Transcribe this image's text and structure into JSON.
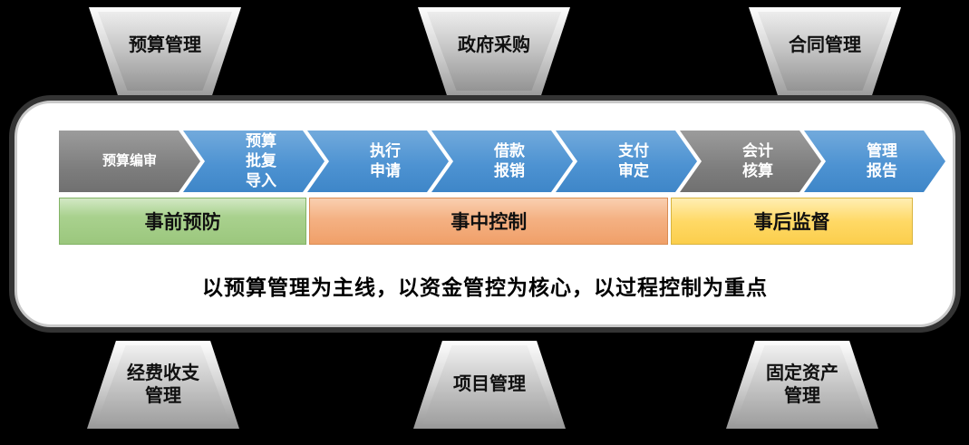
{
  "top_modules": [
    {
      "label": "预算管理"
    },
    {
      "label": "政府采购"
    },
    {
      "label": "合同管理"
    }
  ],
  "process_steps": [
    {
      "label": "预算编审",
      "color": "#7e7e7e"
    },
    {
      "label": "预算批复导入",
      "color": "#4e93d2"
    },
    {
      "label": "执行申请",
      "color": "#4e93d2"
    },
    {
      "label": "借款报销",
      "color": "#4e93d2"
    },
    {
      "label": "支付审定",
      "color": "#4e93d2"
    },
    {
      "label": "会计核算",
      "color": "#7e7e7e"
    },
    {
      "label": "管理报告",
      "color": "#4e93d2"
    }
  ],
  "phases": [
    {
      "label": "事前预防",
      "color": "#a9d18e"
    },
    {
      "label": "事中控制",
      "color": "#f4b183"
    },
    {
      "label": "事后监督",
      "color": "#ffd966"
    }
  ],
  "tagline": "以预算管理为主线，以资金管控为核心，以过程控制为重点",
  "bottom_modules": [
    {
      "label": "经费收支管理"
    },
    {
      "label": "项目管理"
    },
    {
      "label": "固定资产管理"
    }
  ],
  "colors": {
    "background": "#000000",
    "panel": "#ffffff",
    "step_blue": "#4e93d2",
    "step_gray": "#7e7e7e",
    "phase_green": "#a9d18e",
    "phase_orange": "#f4b183",
    "phase_yellow": "#ffd966",
    "module_gray": "#c6c6c6"
  }
}
